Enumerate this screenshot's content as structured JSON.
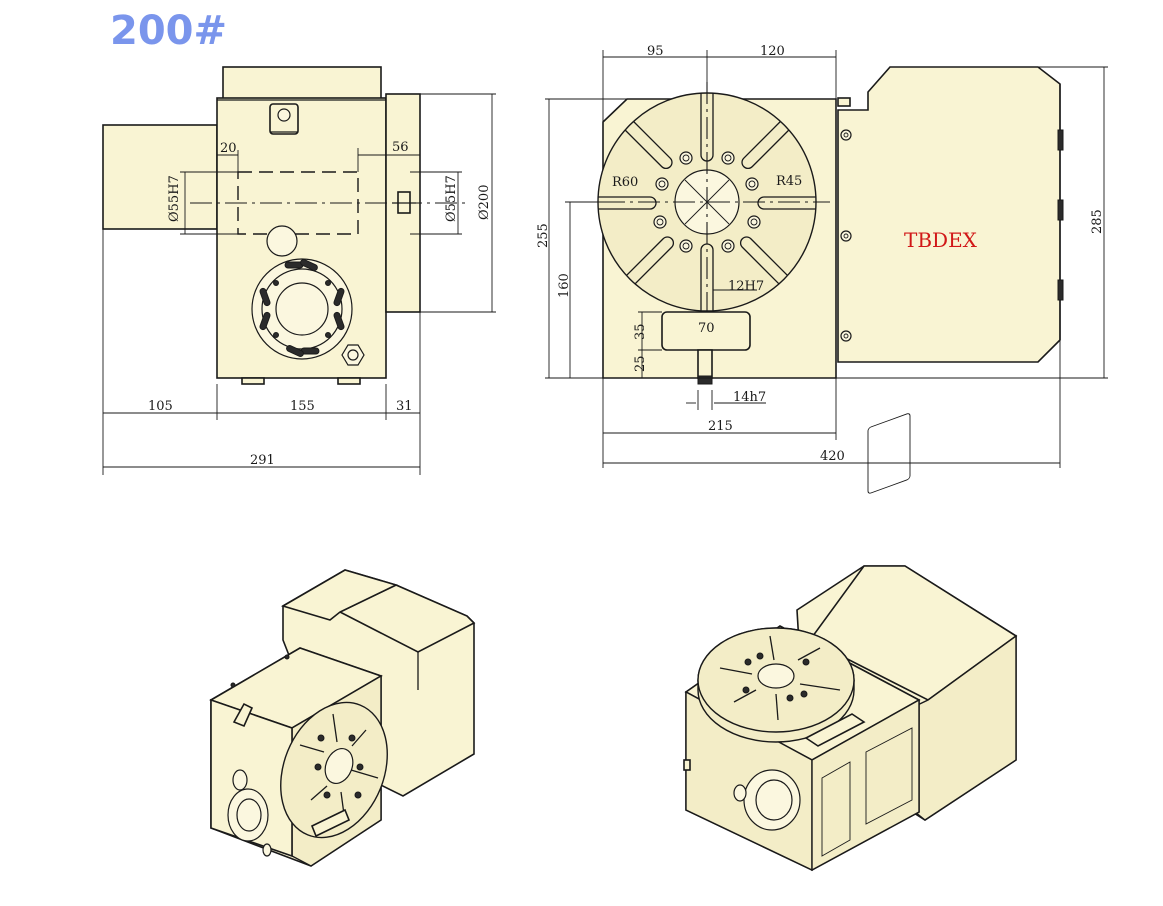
{
  "title": "200#",
  "brand": {
    "text": "TBDEX",
    "color": "#d11818"
  },
  "colors": {
    "title": "#7a95ec",
    "body": "#f9f4d3"
  },
  "side_view": {
    "dim_20": "20",
    "dim_56": "56",
    "dim_bore_left": "Ø55H7",
    "dim_bore_right": "Ø55H7",
    "dim_diameter": "Ø200",
    "dim_105": "105",
    "dim_155": "155",
    "dim_31": "31",
    "dim_291": "291"
  },
  "front_view": {
    "dim_95": "95",
    "dim_120": "120",
    "dim_r60": "R60",
    "dim_r45": "R45",
    "dim_12h7": "12H7",
    "dim_70": "70",
    "dim_35": "35",
    "dim_25": "25",
    "dim_14h7": "14h7",
    "dim_160": "160",
    "dim_255": "255",
    "dim_285": "285",
    "dim_215": "215",
    "dim_420": "420"
  }
}
